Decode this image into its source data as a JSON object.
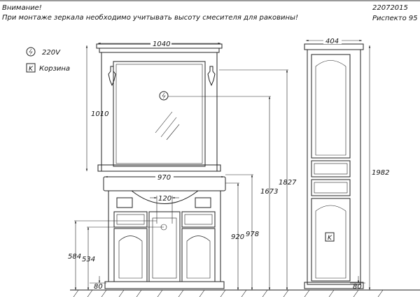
{
  "header": {
    "warning_title": "Внимание!",
    "warning_text": "При монтаже зеркала необходимо учитывать высоту смесителя для раковины!",
    "code": "22072015",
    "product": "Риспекто 95"
  },
  "legend": [
    {
      "icon": "power-outlet-icon",
      "label": "220V"
    },
    {
      "icon": "basket-icon",
      "symbol": "K",
      "label": "Корзина"
    }
  ],
  "dimensions": {
    "mirror_width": "1040",
    "mirror_height": "1010",
    "vanity_width": "970",
    "faucet_spacing": "120",
    "vanity_height_920": "920",
    "vanity_height_978": "978",
    "mirror_bottom": "1673",
    "mirror_top": "1827",
    "drain_584": "584",
    "drain_534": "534",
    "plinth": "80",
    "column_width": "404",
    "column_height": "1982",
    "column_plinth": "80"
  },
  "column_basket_symbol": "K"
}
